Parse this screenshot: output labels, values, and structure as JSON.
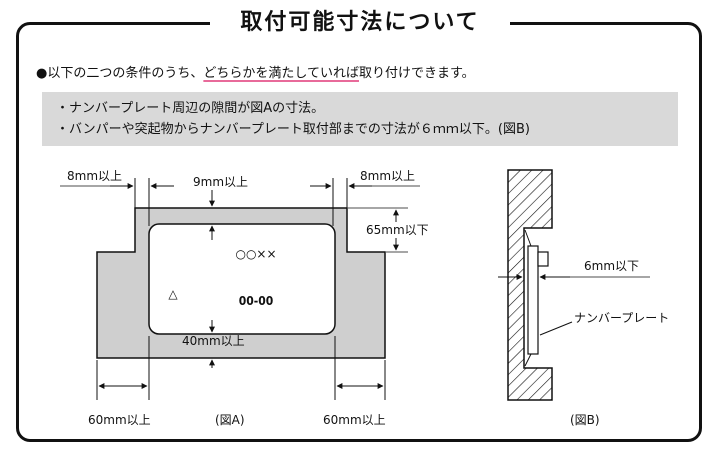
{
  "header": {
    "title": "取付可能寸法について"
  },
  "intro": {
    "bullet": "●",
    "before": "以下の二つの条件のうち、",
    "highlight": "どちらかを満たしていれば",
    "after": "取り付けできます。"
  },
  "conditions": [
    "・ナンバープレート周辺の隙間が図Aの寸法。",
    "・バンパーや突起物からナンバープレート取付部までの寸法が６ｍｍ以下。(図B)"
  ],
  "figure_a": {
    "label_top_left": "8mm以上",
    "label_top_center": "9mm以上",
    "label_top_right": "8mm以上",
    "label_right": "65mm以下",
    "label_bottom_center": "40mm以上",
    "label_bottom_left": "60mm以上",
    "label_bottom_right": "60mm以上",
    "plate_top_text": "○○××",
    "plate_triangle": "△",
    "plate_number": "00-00",
    "caption": "(図A)"
  },
  "figure_b": {
    "label_gap": "6mm以下",
    "label_plate": "ナンバープレート",
    "caption": "(図B)"
  },
  "colors": {
    "panel_gray": "#cfcfcf",
    "highlight_underline": "#e86a9a",
    "info_box": "#d9d9d9"
  }
}
